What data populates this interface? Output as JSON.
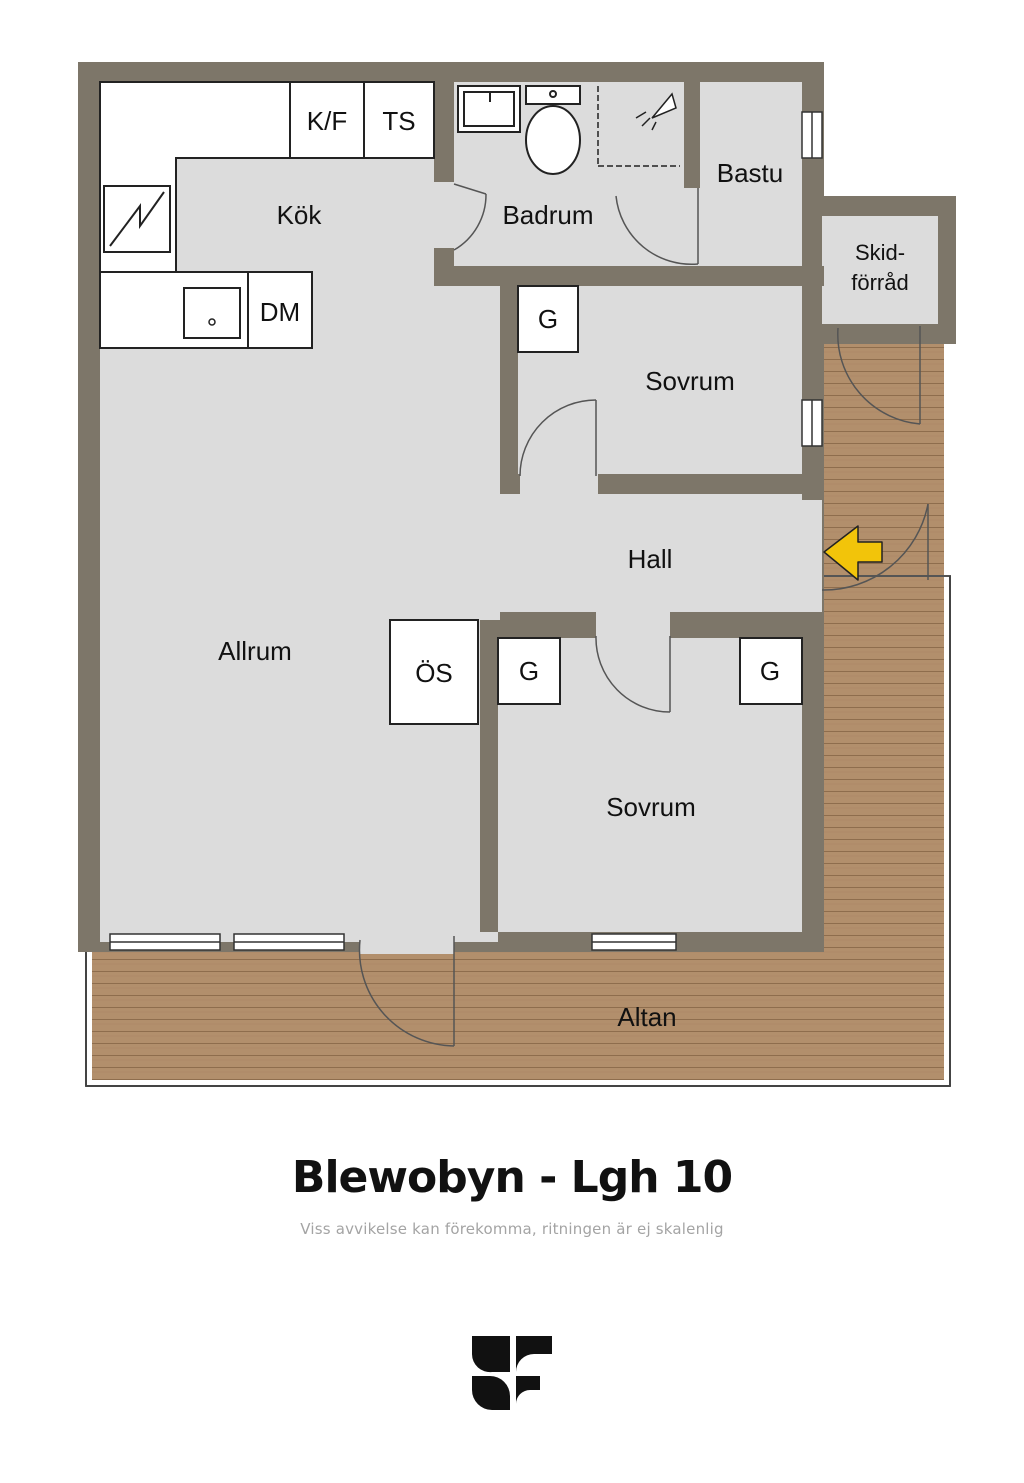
{
  "rooms": {
    "kok": "Kök",
    "badrum": "Badrum",
    "bastu": "Bastu",
    "skidforrad_line1": "Skid-",
    "skidforrad_line2": "förråd",
    "sovrum_top": "Sovrum",
    "hall": "Hall",
    "allrum": "Allrum",
    "sovrum_bottom": "Sovrum",
    "altan": "Altan"
  },
  "fixtures": {
    "kf": "K/F",
    "ts": "TS",
    "dm": "DM",
    "os": "ÖS",
    "g_top": "G",
    "g_left": "G",
    "g_right": "G"
  },
  "title": "Blewobyn - Lgh 10",
  "disclaimer": "Viss avvikelse kan förekomma, ritningen är ej skalenlig",
  "icons": {
    "entrance": "entrance-arrow-icon",
    "logo": "sf-logo-icon",
    "stove": "stove-icon",
    "sink": "sink-icon",
    "toilet": "toilet-icon",
    "shower": "shower-icon"
  },
  "colors": {
    "wall": "#7d7669",
    "floor": "#dcdcdc",
    "deck": "#b18e6b",
    "arrow": "#f2c40a"
  }
}
